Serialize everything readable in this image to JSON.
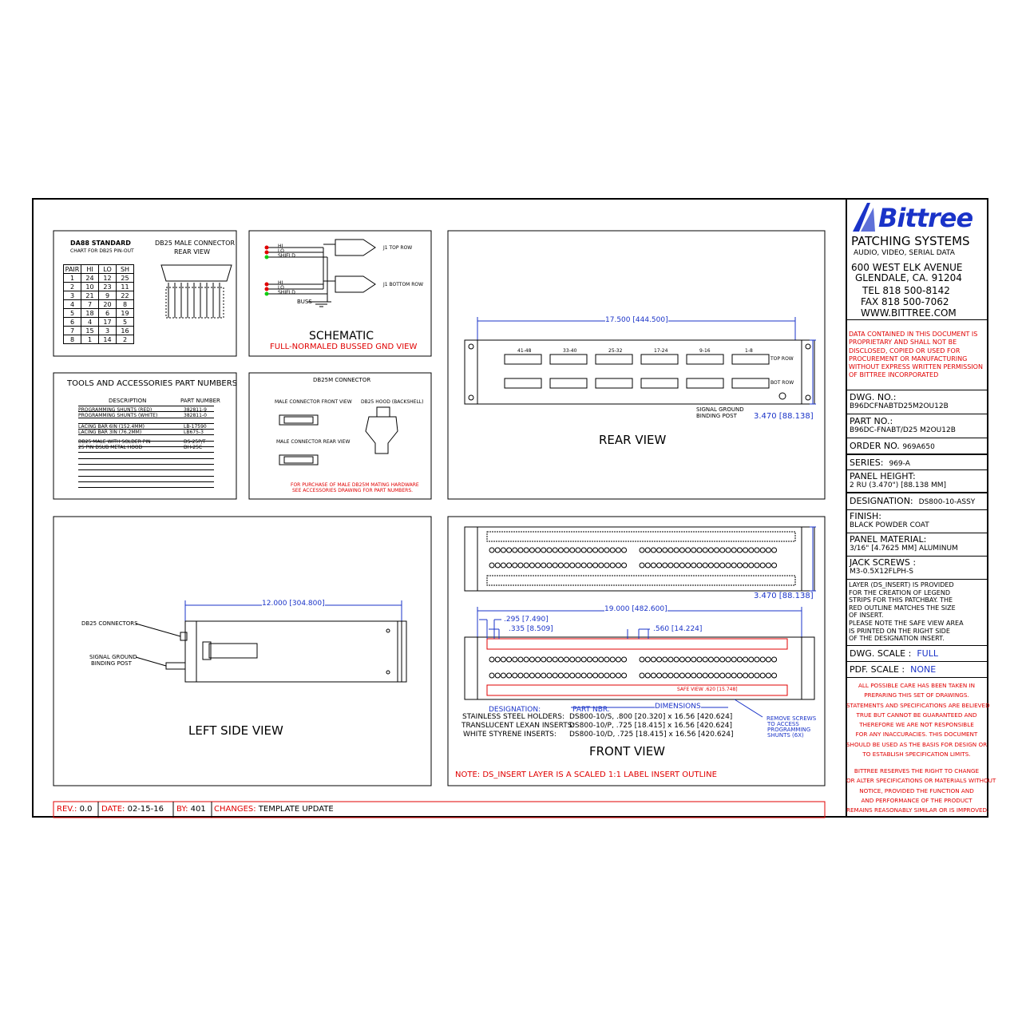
{
  "logo": {
    "name": "Bittree",
    "subtitle": "PATCHING SYSTEMS",
    "tagline": "AUDIO, VIDEO, SERIAL DATA"
  },
  "address": {
    "street": "600 WEST ELK AVENUE",
    "city": "GLENDALE, CA. 91204",
    "tel": "TEL  818  500-8142",
    "fax": "FAX  818  500-7062",
    "web": "WWW.BITTREE.COM"
  },
  "notice": "DATA CONTAINED IN THIS DOCUMENT IS PROPRIETARY AND SHALL NOT BE DISCLOSED, COPIED OR USED FOR PROCUREMENT OR MANUFACTURING WITHOUT EXPRESS WRITTEN PERMISSION OF BITTREE INCORPORATED",
  "title_block": {
    "dwg_no_label": "DWG. NO.:",
    "dwg_no": "B96DCFNABTD25M2OU12B",
    "part_no_label": "PART NO.:",
    "part_no": "B96DC-FNABT/D25 M2OU12B",
    "order_label": "ORDER NO.",
    "order": "969A650",
    "series_label": "SERIES:",
    "series": "969-A",
    "panel_height_label": "PANEL HEIGHT:",
    "panel_height": "2 RU (3.470\") [88.138 MM]",
    "designation_label": "DESIGNATION:",
    "designation": "DS800-10-ASSY",
    "finish_label": "FINISH:",
    "finish": "BLACK POWDER COAT",
    "material_label": "PANEL MATERIAL:",
    "material": "3/16\" [4.7625 MM] ALUMINUM",
    "screws_label": "JACK SCREWS :",
    "screws": "M3-0.5X12FLPH-S",
    "layer_note": [
      "LAYER (DS_INSERT) IS PROVIDED",
      "FOR THE CREATION OF LEGEND",
      "STRIPS FOR THIS PATCHBAY. THE",
      "RED OUTLINE MATCHES THE SIZE",
      "OF INSERT.",
      "PLEASE NOTE THE SAFE VIEW AREA",
      "IS PRINTED ON THE RIGHT SIDE",
      "OF THE DESIGNATION INSERT."
    ],
    "dwg_scale_label": "DWG. SCALE :",
    "dwg_scale": "FULL",
    "pdf_scale_label": "PDF. SCALE :",
    "pdf_scale": "NONE",
    "disclaimer1": [
      "ALL POSSIBLE CARE HAS BEEN TAKEN IN",
      "PREPARING THIS SET OF DRAWINGS.",
      "STATEMENTS AND SPECIFICATIONS ARE BELIEVED",
      "TRUE BUT CANNOT BE GUARANTEED AND",
      "THEREFORE WE ARE NOT RESPONSIBLE",
      "FOR ANY INACCURACIES. THIS DOCUMENT",
      "SHOULD BE USED AS THE BASIS FOR DESIGN OR",
      "TO ESTABLISH SPECIFICATION LIMITS."
    ],
    "disclaimer2": [
      "BITTREE RESERVES THE RIGHT TO CHANGE",
      "OR ALTER SPECIFICATIONS OR MATERIALS WITHOUT",
      "NOTICE, PROVIDED THE FUNCTION AND",
      "AND PERFORMANCE OF THE PRODUCT",
      "REMAINS REASONABLY SIMILAR OR IS IMPROVED."
    ]
  },
  "revision": {
    "rev_label": "REV.:",
    "rev": "0.0",
    "date_label": "DATE:",
    "date": "02-15-16",
    "by_label": "BY:",
    "by": "401",
    "changes_label": "CHANGES:",
    "changes": "TEMPLATE UPDATE"
  },
  "da88": {
    "title": "DA88 STANDARD",
    "subtitle": "CHART FOR DB25 PIN-OUT",
    "headers": [
      "PAIR",
      "HI",
      "LO",
      "SH"
    ],
    "rows": [
      [
        "1",
        "24",
        "12",
        "25"
      ],
      [
        "2",
        "10",
        "23",
        "11"
      ],
      [
        "3",
        "21",
        "9",
        "22"
      ],
      [
        "4",
        "7",
        "20",
        "8"
      ],
      [
        "5",
        "18",
        "6",
        "19"
      ],
      [
        "6",
        "4",
        "17",
        "5"
      ],
      [
        "7",
        "15",
        "3",
        "16"
      ],
      [
        "8",
        "1",
        "14",
        "2"
      ]
    ],
    "connector_title": "DB25 MALE CONNECTOR",
    "connector_subtitle": "REAR VIEW"
  },
  "schematic": {
    "title": "SCHEMATIC",
    "subtitle": "FULL-NORMALED BUSSED GND VIEW",
    "labels": [
      "HI",
      "LO",
      "SHIELD",
      "HI",
      "LO",
      "SHIELD"
    ],
    "j1_top": "J1 TOP ROW",
    "j1_bottom": "J1 BOTTOM ROW",
    "buss": "BUSS"
  },
  "tools": {
    "title": "TOOLS AND ACCESSORIES PART NUMBERS",
    "col1": "DESCRIPTION",
    "col2": "PART NUMBER",
    "items": [
      [
        "PROGRAMMING SHUNTS (RED)",
        "382811-9"
      ],
      [
        "PROGRAMMING SHUNTS (WHITE)",
        "382811-0"
      ],
      [
        "LACING BAR 6IN (152.4MM)",
        "LB-17590"
      ],
      [
        "LACING BAR 3IN (76.2MM)",
        "LB675-3"
      ],
      [
        "DB25 MALE WITH SOLDER PIN",
        "DS-25P/T"
      ],
      [
        "25 PIN DSUB METAL HOOD",
        "DH-25C"
      ]
    ]
  },
  "db25m": {
    "title": "DB25M CONNECTOR",
    "front": "MALE CONNECTOR FRONT VIEW",
    "hood": "DB25 HOOD (BACKSHELL)",
    "rear": "MALE CONNECTOR REAR VIEW",
    "note1": "FOR PURCHASE OF MALE DB25M  MATING HARDWARE",
    "note2": "SEE ACCESSORIES DRAWING FOR PART NUMBERS."
  },
  "rear_view": {
    "title": "REAR VIEW",
    "width_dim": "17.500 [444.500]",
    "height_dim": "3.470 [88.138]",
    "connector_labels": [
      "41-48",
      "33-40",
      "25-32",
      "17-24",
      "9-16",
      "1-8"
    ],
    "top_row": "TOP ROW",
    "bottom_row": "BOT ROW",
    "ground_label1": "SIGNAL GROUND",
    "ground_label2": "BINDING POST"
  },
  "left_view": {
    "title": "LEFT SIDE VIEW",
    "depth_dim": "12.000 [304.800]",
    "db25_label": "DB25 CONNECTORS",
    "ground_label1": "SIGNAL GROUND",
    "ground_label2": "BINDING POST"
  },
  "front_view": {
    "title": "FRONT VIEW",
    "height_dim": "3.470 [88.138]",
    "width_dim": "19.000 [482.600]",
    "dim_295": ".295 [7.490]",
    "dim_335": ".335 [8.509]",
    "dim_560": ".560 [14.224]",
    "safe_view": "SAFE VIEW .620 [15.748]",
    "designation_header": "DESIGNATION:",
    "part_header": "PART NBR.",
    "dims_header": "DIMENSIONS",
    "inserts": [
      [
        "STAINLESS STEEL HOLDERS:",
        "DS800-10/S, .800 [20.320] x 16.56 [420.624]"
      ],
      [
        "TRANSLUCENT LEXAN INSERTS:",
        "DS800-10/P, .725 [18.415] x 16.56 [420.624]"
      ],
      [
        "WHITE STYRENE INSERTS:",
        "DS800-10/D, .725 [18.415] x 16.56 [420.624]"
      ]
    ],
    "remove_note": [
      "REMOVE SCREWS",
      "TO ACCESS",
      "PROGRAMMING",
      "SHUNTS (6X)"
    ],
    "note": "NOTE: DS_INSERT LAYER IS A SCALED 1:1 LABEL INSERT OUTLINE"
  }
}
